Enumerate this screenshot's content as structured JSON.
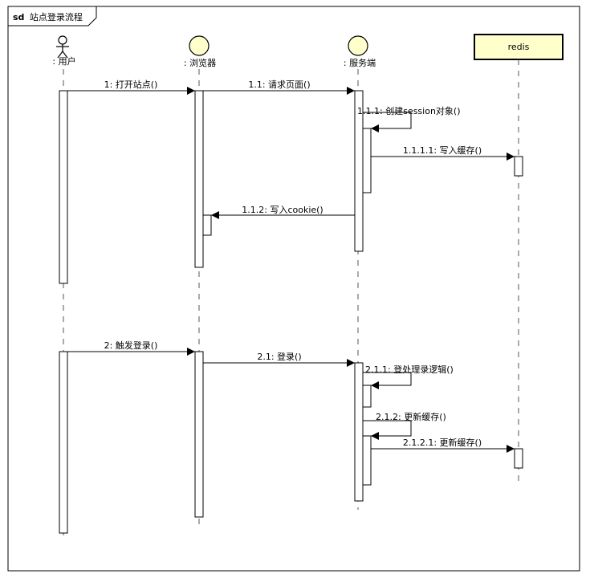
{
  "frame": {
    "kind": "sd",
    "title": "站点登录流程"
  },
  "lifelines": [
    {
      "id": "user",
      "label": ": 用户",
      "type": "actor"
    },
    {
      "id": "browser",
      "label": ": 浏览器",
      "type": "boundary"
    },
    {
      "id": "server",
      "label": ": 服务端",
      "type": "boundary"
    },
    {
      "id": "redis",
      "label": "redis",
      "type": "box"
    }
  ],
  "messages": [
    {
      "id": "m1",
      "label": "1: 打开站点()",
      "from": "user",
      "to": "browser"
    },
    {
      "id": "m1_1",
      "label": "1.1: 请求页面()",
      "from": "browser",
      "to": "server"
    },
    {
      "id": "m1_1_1",
      "label": "1.1.1: 创建session对象()",
      "from": "server",
      "to": "server",
      "self": true
    },
    {
      "id": "m1_1_1_1",
      "label": "1.1.1.1: 写入缓存()",
      "from": "server",
      "to": "redis"
    },
    {
      "id": "m1_1_2",
      "label": "1.1.2: 写入cookie()",
      "from": "server",
      "to": "browser"
    },
    {
      "id": "m2",
      "label": "2: 触发登录()",
      "from": "user",
      "to": "browser"
    },
    {
      "id": "m2_1",
      "label": "2.1: 登录()",
      "from": "browser",
      "to": "server"
    },
    {
      "id": "m2_1_1",
      "label": "2.1.1: 登处理录逻辑()",
      "from": "server",
      "to": "server",
      "self": true
    },
    {
      "id": "m2_1_2",
      "label": "2.1.2: 更新缓存()",
      "from": "server",
      "to": "server",
      "self": true
    },
    {
      "id": "m2_1_2_1",
      "label": "2.1.2.1: 更新缓存()",
      "from": "server",
      "to": "redis"
    }
  ],
  "colors": {
    "line": "#000000",
    "redis_fill": "#ffffcc",
    "head_fill": "#ffffcc",
    "dashed": "#555555"
  }
}
